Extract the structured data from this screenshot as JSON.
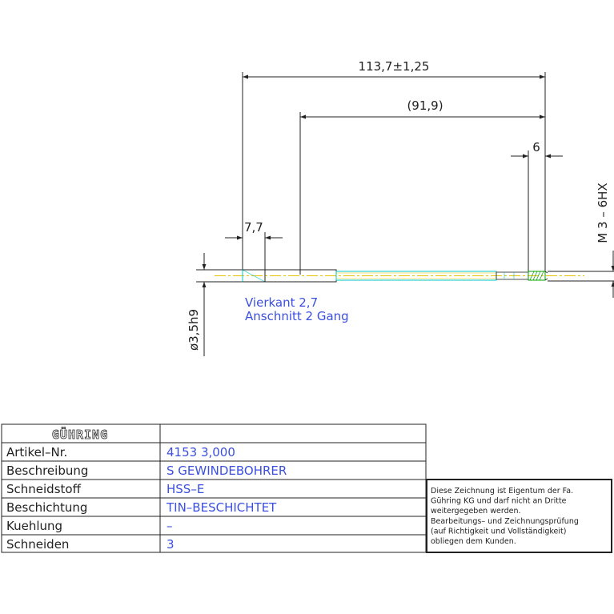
{
  "colors": {
    "line": "#222222",
    "annotation": "#3b4fe0",
    "centerline": "#e6c200",
    "detail": "#00c8c8",
    "thread": "#00a000"
  },
  "dimensions": {
    "overall_length": "113,7±1,25",
    "shank_length": "(91,9)",
    "thread_length": "6",
    "square_length": "7,7",
    "thread_spec": "M 3 – 6HX",
    "shank_diameter": "ø3,5h9"
  },
  "annotations": {
    "square": "Vierkant 2,7",
    "chamfer": "Anschnitt 2 Gang"
  },
  "title_block": {
    "logo": "GÜHRING",
    "rows": [
      {
        "label": "Artikel–Nr.",
        "value": "4153 3,000"
      },
      {
        "label": "Beschreibung",
        "value": "S GEWINDEBOHRER"
      },
      {
        "label": "Schneidstoff",
        "value": "HSS–E"
      },
      {
        "label": "Beschichtung",
        "value": "TIN–BESCHICHTET"
      },
      {
        "label": "Kuehlung",
        "value": "–"
      },
      {
        "label": "Schneiden",
        "value": "3"
      }
    ]
  },
  "copyright_note": [
    "Diese Zeichnung ist Eigentum der Fa.",
    "Gühring KG und darf nicht an Dritte",
    "weitergegeben werden.",
    "Bearbeitungs– und Zeichnungsprüfung",
    "(auf Richtigkeit und Vollständigkeit)",
    "obliegen dem Kunden."
  ]
}
